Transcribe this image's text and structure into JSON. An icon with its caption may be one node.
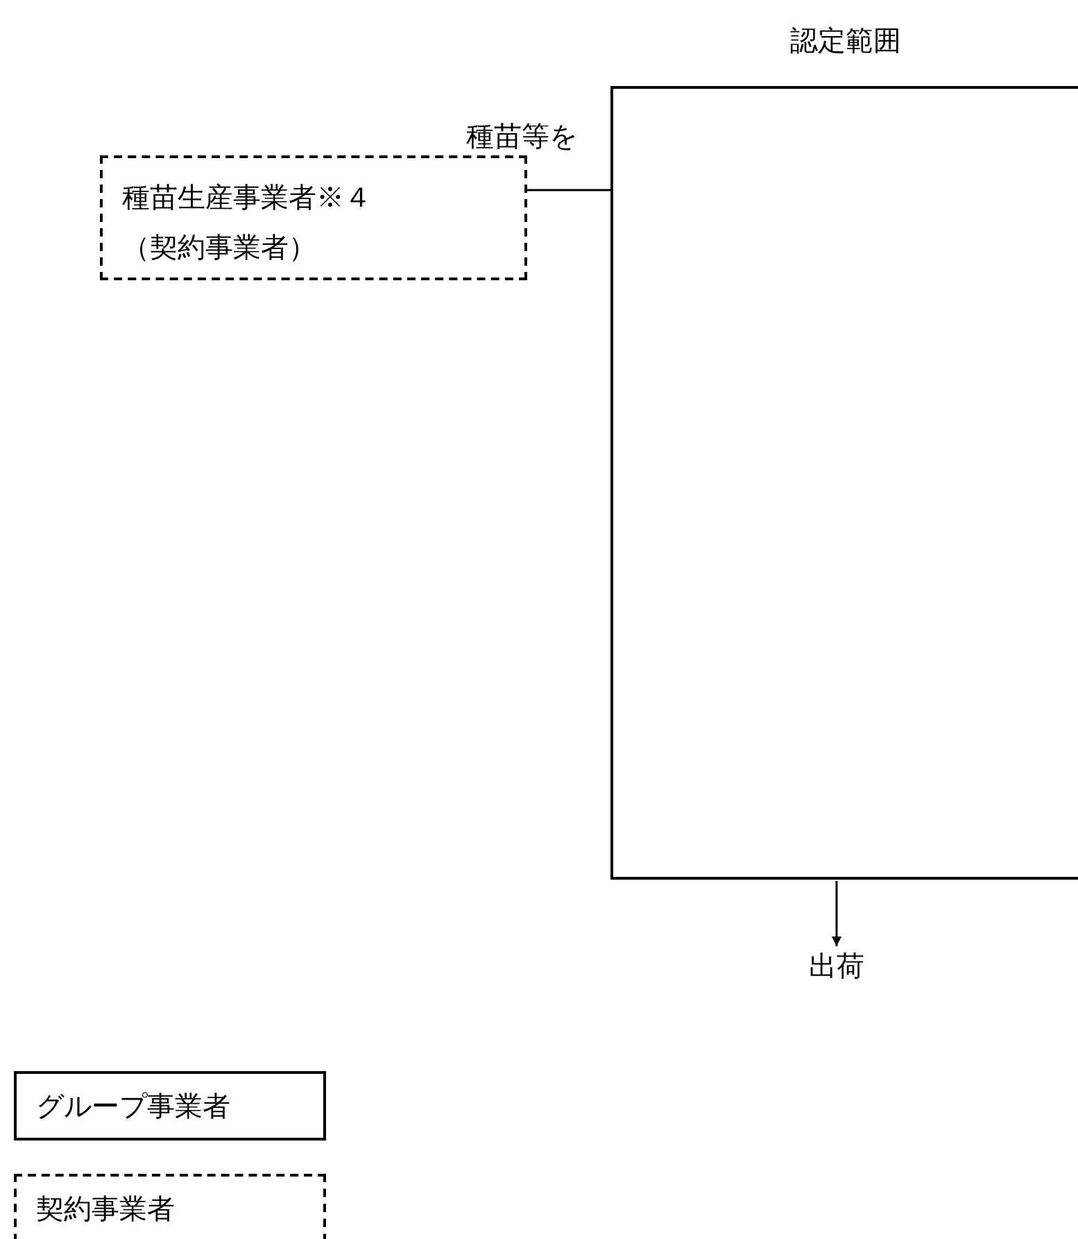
{
  "diagram": {
    "nodes": [
      {
        "text": [
          "認定範囲"
        ]
      },
      {
        "text": [
          "種苗生産事業者※４（契約事業者）"
        ]
      },
      {
        "text": [
          "出荷"
        ]
      }
    ],
    "edges": [
      {
        "from": 1,
        "to": 0,
        "arrow": "none",
        "label": "種苗等を"
      },
      {
        "from": 0,
        "to": 2,
        "arrow": "to"
      }
    ],
    "legend": [
      {
        "text": "グループ事業者"
      },
      {
        "text": "契約事業者"
      }
    ]
  }
}
